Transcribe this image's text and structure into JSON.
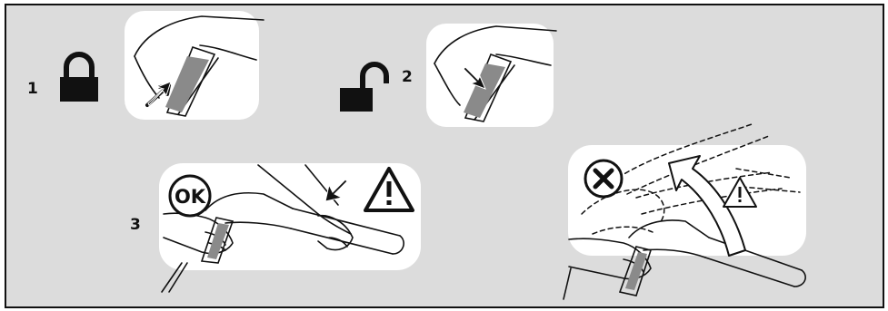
{
  "steps": [
    {
      "number": "1",
      "state": "locked",
      "icon": "padlock-closed-icon"
    },
    {
      "number": "2",
      "state": "unlocked",
      "icon": "padlock-open-icon"
    },
    {
      "number": "3",
      "state": "correct-grip",
      "badge": "OK",
      "warning_icon": "warning-triangle-icon"
    }
  ],
  "forbidden_panel": {
    "icon": "cross-circle-icon",
    "warning_icon": "warning-triangle-icon"
  },
  "colors": {
    "frame_background": "#dcdcdc",
    "panel_background": "#ffffff",
    "line": "#111111",
    "trigger_grey": "#8a8a8a"
  }
}
